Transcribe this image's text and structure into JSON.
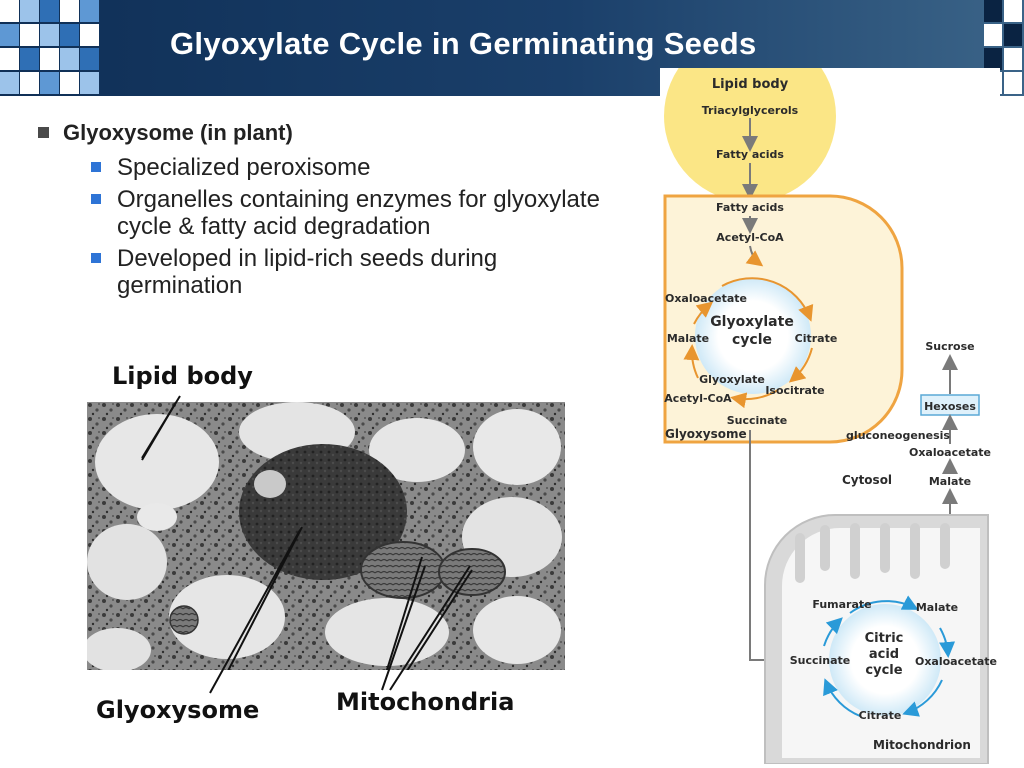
{
  "slide": {
    "title": "Glyoxylate Cycle in Germinating  Seeds",
    "accent_color": "#2e74d6",
    "header_color": "#0f2f56"
  },
  "bullets": {
    "main": "Glyoxysome (in plant)",
    "sub": [
      "Specialized peroxisome",
      "Organelles containing enzymes for glyoxylate cycle & fatty acid degradation",
      "Developed in lipid-rich seeds during germination"
    ]
  },
  "micrograph": {
    "labels": {
      "lipid_body": "Lipid body",
      "glyoxysome": "Glyoxysome",
      "mitochondria": "Mitochondria"
    }
  },
  "diagram": {
    "lipid_body": "Lipid body",
    "triacylglycerols": "Triacylglycerols",
    "fatty_acids_top": "Fatty acids",
    "fatty_acids": "Fatty acids",
    "acetyl_coa": "Acetyl-CoA",
    "oxaloacetate_g": "Oxaloacetate",
    "glyoxylate_cycle_1": "Glyoxylate",
    "glyoxylate_cycle_2": "cycle",
    "malate_g": "Malate",
    "citrate_g": "Citrate",
    "glyoxylate": "Glyoxylate",
    "isocitrate": "Isocitrate",
    "acetyl_coa_2": "Acetyl-CoA",
    "succinate_g": "Succinate",
    "glyoxysome": "Glyoxysome",
    "sucrose": "Sucrose",
    "hexoses": "Hexoses",
    "gluconeogenesis": "gluconeogenesis",
    "oxaloacetate_c": "Oxaloacetate",
    "cytosol": "Cytosol",
    "malate_c": "Malate",
    "fumarate": "Fumarate",
    "malate_m": "Malate",
    "citric_1": "Citric",
    "citric_2": "acid",
    "citric_3": "cycle",
    "succinate_m": "Succinate",
    "oxaloacetate_m": "Oxaloacetate",
    "citrate_m": "Citrate",
    "mitochondrion": "Mitochondrion"
  }
}
